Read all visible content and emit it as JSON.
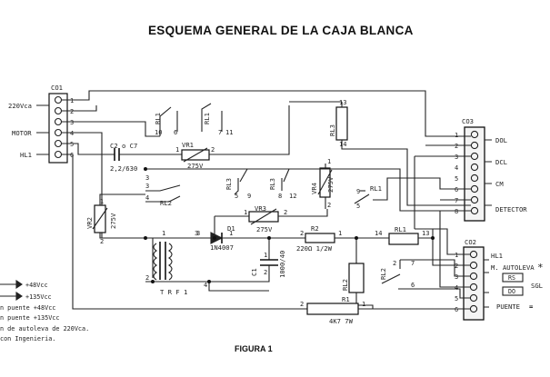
{
  "title": "ESQUEMA GENERAL DE LA CAJA BLANCA",
  "figure_caption": "FIGURA 1",
  "connectors": {
    "co1": {
      "name": "CO1",
      "pins": [
        "1",
        "2",
        "3",
        "4",
        "5",
        "6"
      ]
    },
    "co2": {
      "name": "CO2",
      "pins": [
        "1",
        "2",
        "3",
        "4",
        "5",
        "6"
      ]
    },
    "co3": {
      "name": "CO3",
      "pins": [
        "1",
        "2",
        "3",
        "4",
        "5",
        "6",
        "7",
        "8"
      ]
    }
  },
  "left_labels": {
    "v220": "220Vca",
    "motor": "MOTOR",
    "hl1": "HL1"
  },
  "co3_labels": {
    "dol": "DOL",
    "dcl": "DCL",
    "cm": "CM",
    "detector": "DETECTOR"
  },
  "co2_labels": {
    "hl1": "HL1",
    "autoleva": "M. AUTOLEVA",
    "star": "*",
    "rs": "RS",
    "do": "DO",
    "sgl": "SGL",
    "puente": "PUENTE",
    "eq": "="
  },
  "components": {
    "c2c7": "C2 o C7",
    "c2val": "2,2/630",
    "vr1": "VR1",
    "vr1val": "275V",
    "vr2": "VR2",
    "vr2val": "275V",
    "vr3": "VR3",
    "vr3val": "275V",
    "vr4": "VR4",
    "vr4val": "275V",
    "rl1": "RL1",
    "rl2": "RL2",
    "rl3": "RL3",
    "d1": "D1",
    "d1val": "1N4007",
    "r2": "R2",
    "r2val": "220Ω 1/2W",
    "c1": "C1",
    "c1val": "1000/40",
    "r1": "R1",
    "r1val": "4K7 7W",
    "trf": "T R F 1"
  },
  "pin_numbers": {
    "rl1a": [
      "10",
      "6"
    ],
    "rl1b": [
      "7",
      "11"
    ],
    "rl3a": [
      "13",
      "14"
    ],
    "vr1": [
      "1",
      "2"
    ],
    "rl3b": [
      "5",
      "9"
    ],
    "rl3c": [
      "8",
      "12"
    ],
    "rl1c": [
      "9",
      "5"
    ],
    "vr4": [
      "1",
      "2"
    ],
    "rl2a": [
      "3",
      "4"
    ],
    "vr2": [
      "1",
      "2"
    ],
    "vr3": [
      "1",
      "2"
    ],
    "d1": [
      "3",
      "1"
    ],
    "r2": [
      "2",
      "1"
    ],
    "rl1d": [
      "14",
      "13"
    ],
    "c1": [
      "1",
      "2"
    ],
    "rl2b": [
      "2",
      "7",
      "6"
    ],
    "trf": [
      "1",
      "3",
      "2",
      "4"
    ],
    "r1": [
      "2",
      "1"
    ],
    "misc": [
      "3"
    ]
  },
  "notes": [
    "+48Vcc",
    "+135Vcc",
    "n puente +48Vcc",
    "n puente +135Vcc",
    "n de autoleva de 220Vca.",
    "con Ingenieria."
  ]
}
